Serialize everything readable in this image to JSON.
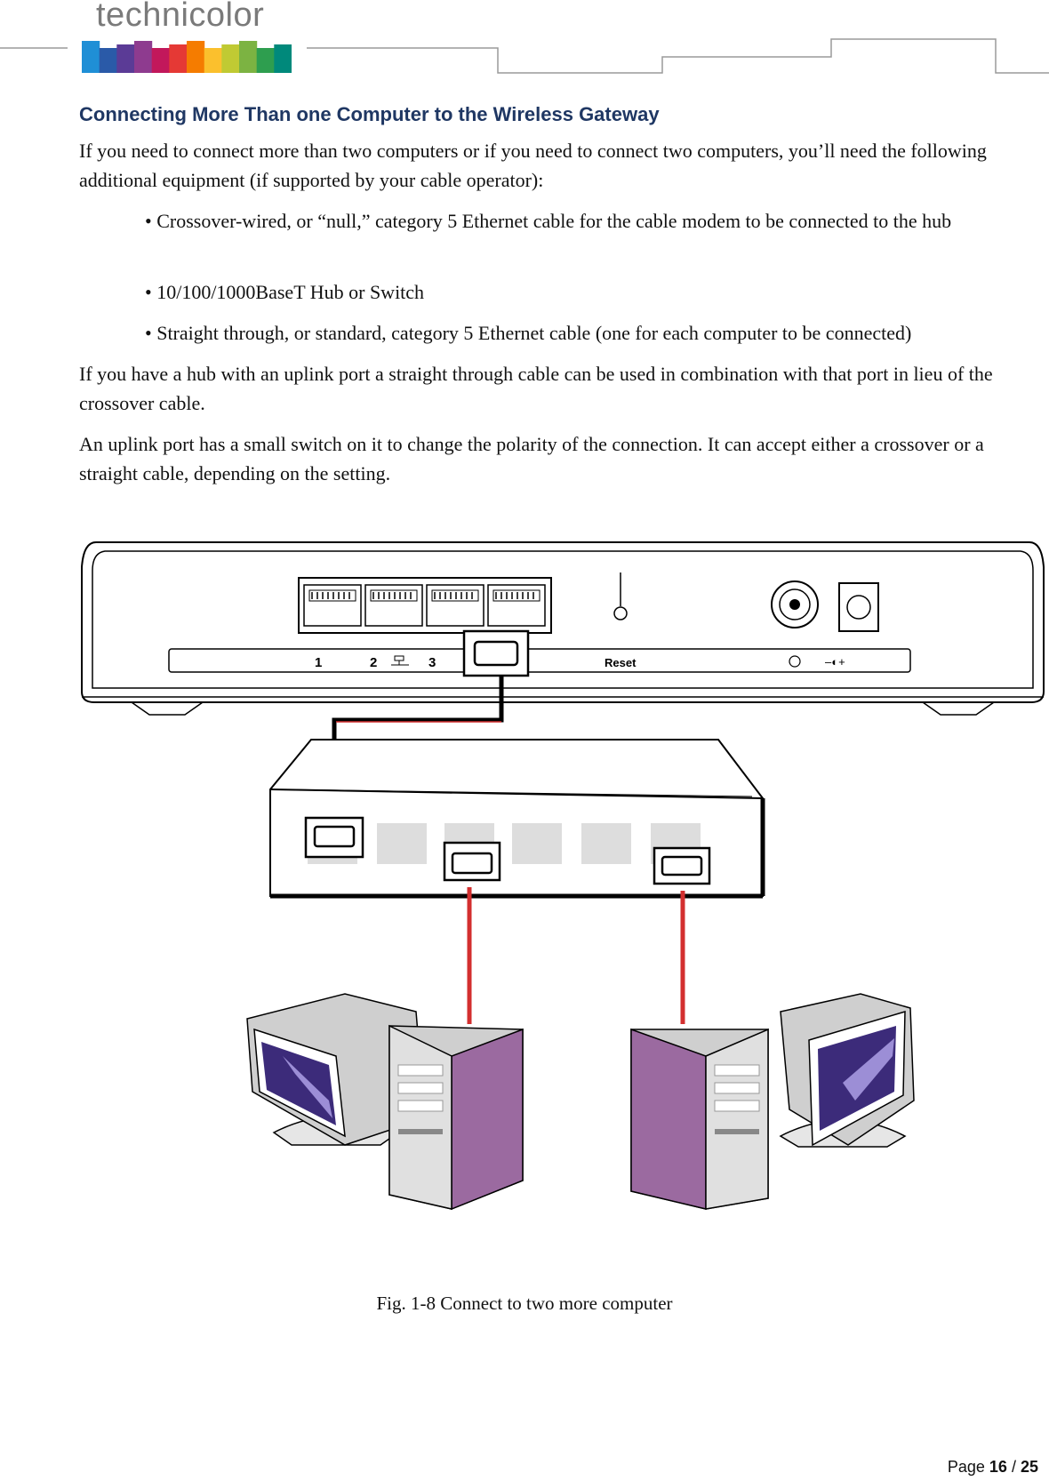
{
  "header": {
    "logo_text": "technicolor",
    "logo_colors": [
      "#1f8fd6",
      "#2a5aa8",
      "#5b3b96",
      "#8e3b8f",
      "#c2185b",
      "#e53935",
      "#f57c00",
      "#fbc02d",
      "#c0ca33",
      "#7cb342",
      "#2e9e4f",
      "#00897b"
    ]
  },
  "title": "Connecting More Than one Computer to the Wireless Gateway",
  "intro": "If you need to connect more than two computers or if you need to connect two computers, you’ll need the following additional equipment (if supported by your cable operator):",
  "bullets": [
    "• Crossover-wired, or “null,” category 5 Ethernet cable for the cable modem to be connected to the hub",
    "• 10/100/1000BaseT Hub or Switch",
    "• Straight through, or standard, category 5 Ethernet cable (one for each computer to be connected)"
  ],
  "para_uplink": "If you have a hub with an uplink port a straight through cable can be used in combination with that port in lieu of the crossover cable.",
  "para_polarity": "An uplink port has a small switch on it to change the polarity of the connection. It can accept either a crossover or a straight cable, depending on the setting.",
  "figure": {
    "gateway_port_labels": [
      "1",
      "2",
      "3"
    ],
    "reset_label": "Reset",
    "cable_colors": {
      "crossover": "#000000",
      "straight": "#d32f2f"
    },
    "computer_case_color": "#9b6aa0"
  },
  "caption": "Fig. 1-8 Connect to two more computer",
  "footer": {
    "page_label": "Page ",
    "page_current": "16",
    "page_sep": " / ",
    "page_total": "25"
  }
}
